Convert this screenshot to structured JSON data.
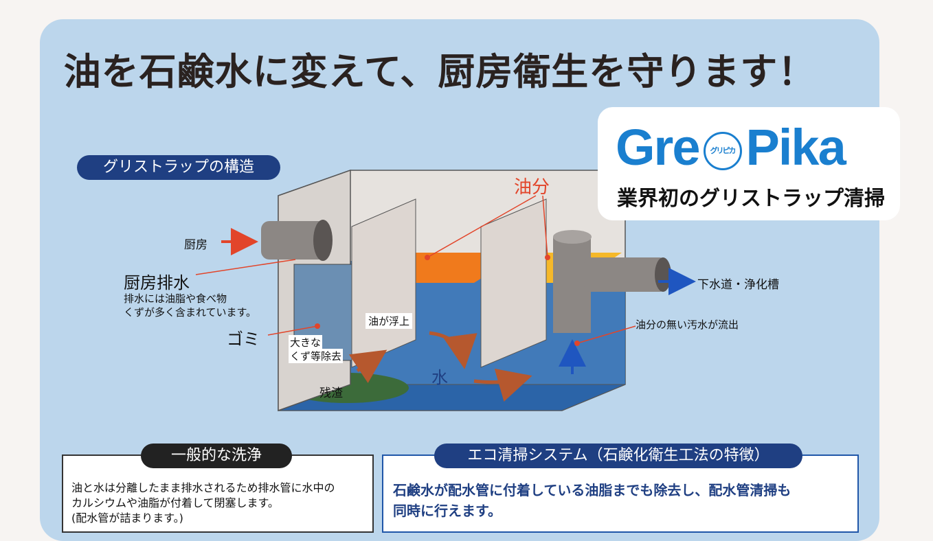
{
  "headline": "油を石鹸水に変えて、厨房衛生を守ります！",
  "section_label": "グリストラップの構造",
  "logo": {
    "text_left": "Gre",
    "text_right": "Pika",
    "badge": "グリピカ",
    "subtitle": "業界初のグリストラップ清掃"
  },
  "diagram_labels": {
    "kitchen": "厨房",
    "kitchen_drain": "厨房排水",
    "drain_note_1": "排水には油脂や食べ物",
    "drain_note_2": "くずが多く含まれています。",
    "garbage": "ゴミ",
    "basket_1": "大きな",
    "basket_2": "くず等除去",
    "oil_float": "油が浮上",
    "oil": "油分",
    "water": "水",
    "residue": "残渣",
    "sewer": "下水道・浄化槽",
    "outflow": "油分の無い汚水が流出"
  },
  "general": {
    "title": "一般的な洗浄",
    "line1": "油と水は分離したまま排水されるため排水管に水中の",
    "line2": "カルシウムや油脂が付着して閉塞します。",
    "line3": "(配水管が詰まります。)"
  },
  "eco": {
    "title": "エコ清掃システム（石鹸化衛生工法の特徴）",
    "line1": "石鹸水が配水管に付着している油脂までも除去し、配水管清掃も",
    "line2": "同時に行えます。"
  },
  "colors": {
    "card_bg": "#bcd6ec",
    "navy": "#1f3f82",
    "oil_orange": "#f07a1c",
    "water_blue": "#2f6fb5",
    "logo_blue": "#1a7fcf"
  }
}
